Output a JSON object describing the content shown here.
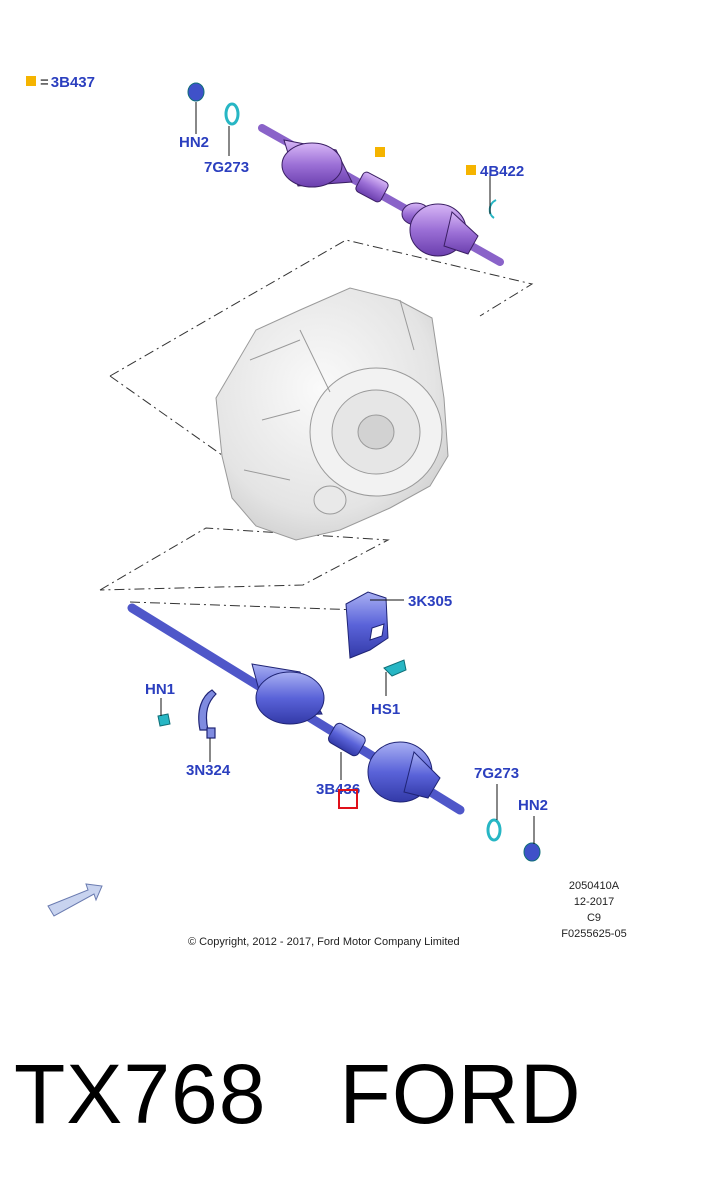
{
  "legend": {
    "symbol_label": "=",
    "part": "3B437",
    "marker_color": "#f5b400"
  },
  "callouts": {
    "hn2_top": "HN2",
    "g7273_top": "7G273",
    "b4422": "4B422",
    "k3305": "3K305",
    "hn1": "HN1",
    "hs1": "HS1",
    "n3324": "3N324",
    "b3436": "3B436",
    "g7273_bottom": "7G273",
    "hn2_bottom": "HN2"
  },
  "meta": {
    "code": "2050410A",
    "date": "12-2017",
    "version": "C9",
    "figure": "F0255625-05"
  },
  "copyright": "© Copyright, 2012 - 2017, Ford Motor Company Limited",
  "caption": "TX768   FORD",
  "colors": {
    "callout_text": "#2b3fbf",
    "upper_shaft": "#9b6fd6",
    "lower_shaft": "#5a63d9",
    "hardware": "#27b6c4",
    "highlight": "#e0101a"
  },
  "icons": {
    "nav_arrow": "direction-arrow-icon"
  }
}
